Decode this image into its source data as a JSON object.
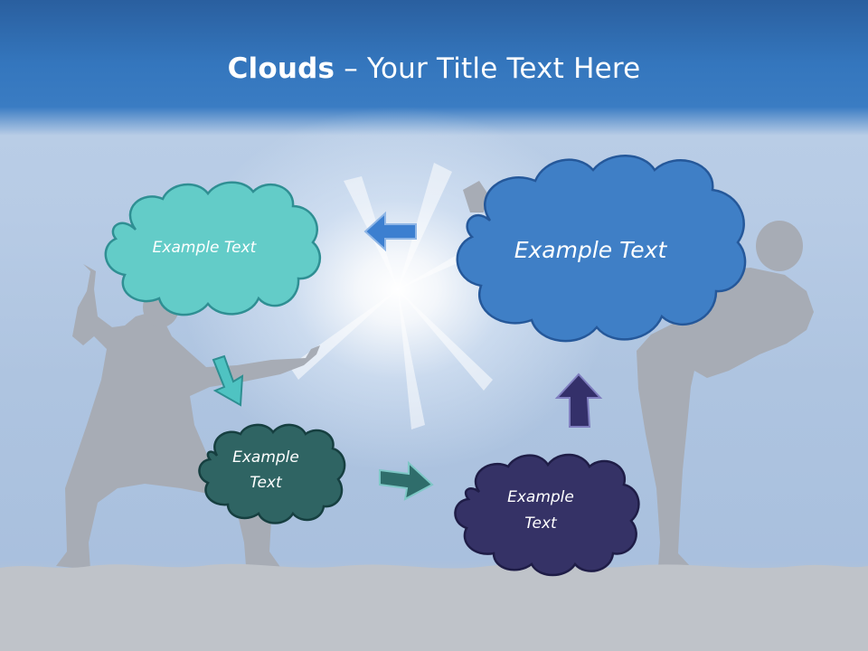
{
  "slide": {
    "title_bold": "Clouds",
    "title_rest": " – Your Title Text Here"
  },
  "clouds": [
    {
      "label": "Example Text",
      "color": "#63ccc8",
      "stroke": "#2f8f93"
    },
    {
      "label": "Example Text",
      "color": "#3f7fc6",
      "stroke": "#25589a"
    },
    {
      "label": "Example Text",
      "color": "#2f6463",
      "stroke": "#163f40"
    },
    {
      "label": "Example Text",
      "color": "#353266",
      "stroke": "#1f1d47"
    }
  ],
  "arrows": [
    {
      "direction": "left",
      "color": "#3c7fd0"
    },
    {
      "direction": "down-right",
      "color": "#4fc3c2"
    },
    {
      "direction": "right",
      "color": "#2f6d6b"
    },
    {
      "direction": "up",
      "color": "#34306a"
    }
  ],
  "colors": {
    "title_band": "#3476bd",
    "sky": "#b7cbe5",
    "ground": "#bfc3c9",
    "silhouette": "#a7acb5"
  }
}
